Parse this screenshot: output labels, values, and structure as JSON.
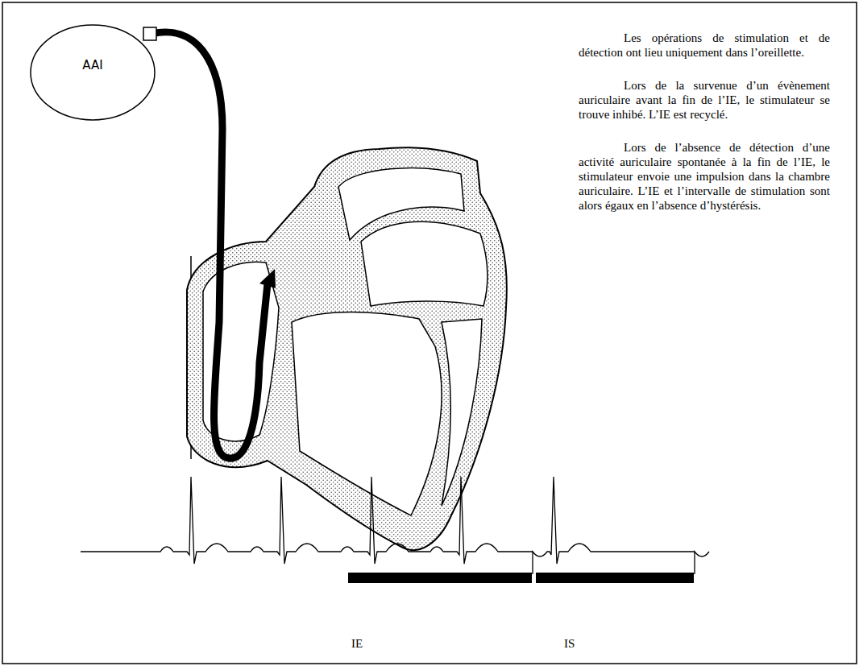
{
  "diagram": {
    "nodes": [
      {
        "text": [
          "AAI"
        ]
      }
    ],
    "labels": [
      "Les opérations de stimulation et de détection ont lieu uniquement dans l’oreillette.",
      "Lors de la survenue d’un évènement auriculaire avant la fin de l’IE, le stimulateur se trouve inhibé. L’IE est recyclé.",
      "Lors de l’absence de détection d’une activité auriculaire spontanée à la fin de l’IE, le stimulateur envoie une impulsion dans la chambre auriculaire. L’IE et l’intervalle de stimulation sont alors égaux en l’absence d’hystérésis.",
      "IE",
      "IS"
    ]
  }
}
